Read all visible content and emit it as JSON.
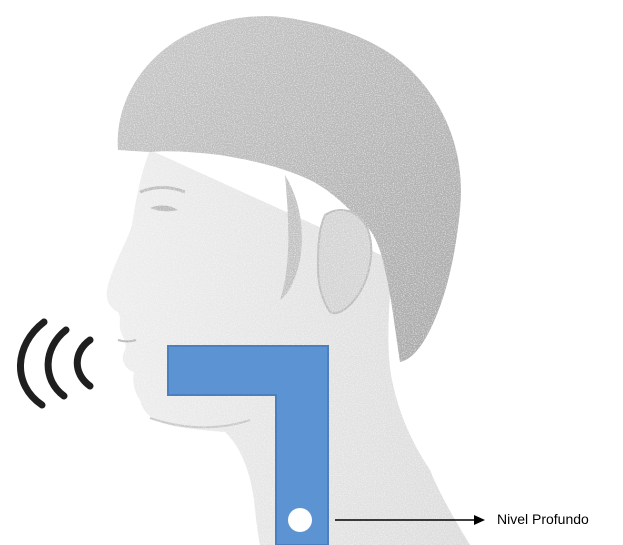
{
  "diagram": {
    "annotation_label": "Nivel Profundo",
    "colors": {
      "background": "#ffffff",
      "head_fill": "#d7d7d7",
      "head_shadow": "#bdbdbd",
      "airway_fill": "#5b93d3",
      "airway_stroke": "#4a80c0",
      "marker_fill": "#ffffff",
      "sound_waves": "#1f1f1f",
      "arrow": "#000000"
    },
    "icons": {
      "sound": "sound-waves-icon",
      "head": "head-profile-illustration",
      "airway": "airway-l-shape",
      "level_marker": "depth-marker-icon"
    }
  }
}
